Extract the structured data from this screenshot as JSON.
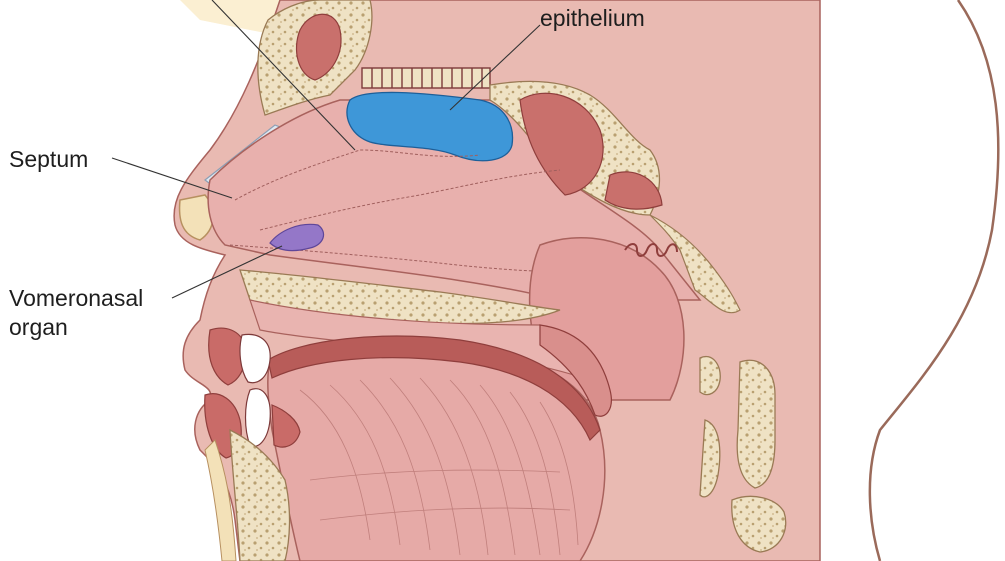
{
  "labels": {
    "olfactory_epithelium": "epithelium",
    "septum": "Septum",
    "vomeronasal_line1": "Vomeronasal",
    "vomeronasal_line2": "organ"
  },
  "colors": {
    "background": "#ffffff",
    "skin": "#e8b8ad",
    "tissue_pink": "#e7aeac",
    "bone_cream": "#efe2c4",
    "bone_speckle": "#b9a071",
    "muscle_red": "#c06d6a",
    "olfactory_blue": "#3e97d8",
    "vomeronasal_purple": "#9477c8",
    "brain_yellow": "#fbefd2",
    "outline": "#7d3a3a"
  }
}
